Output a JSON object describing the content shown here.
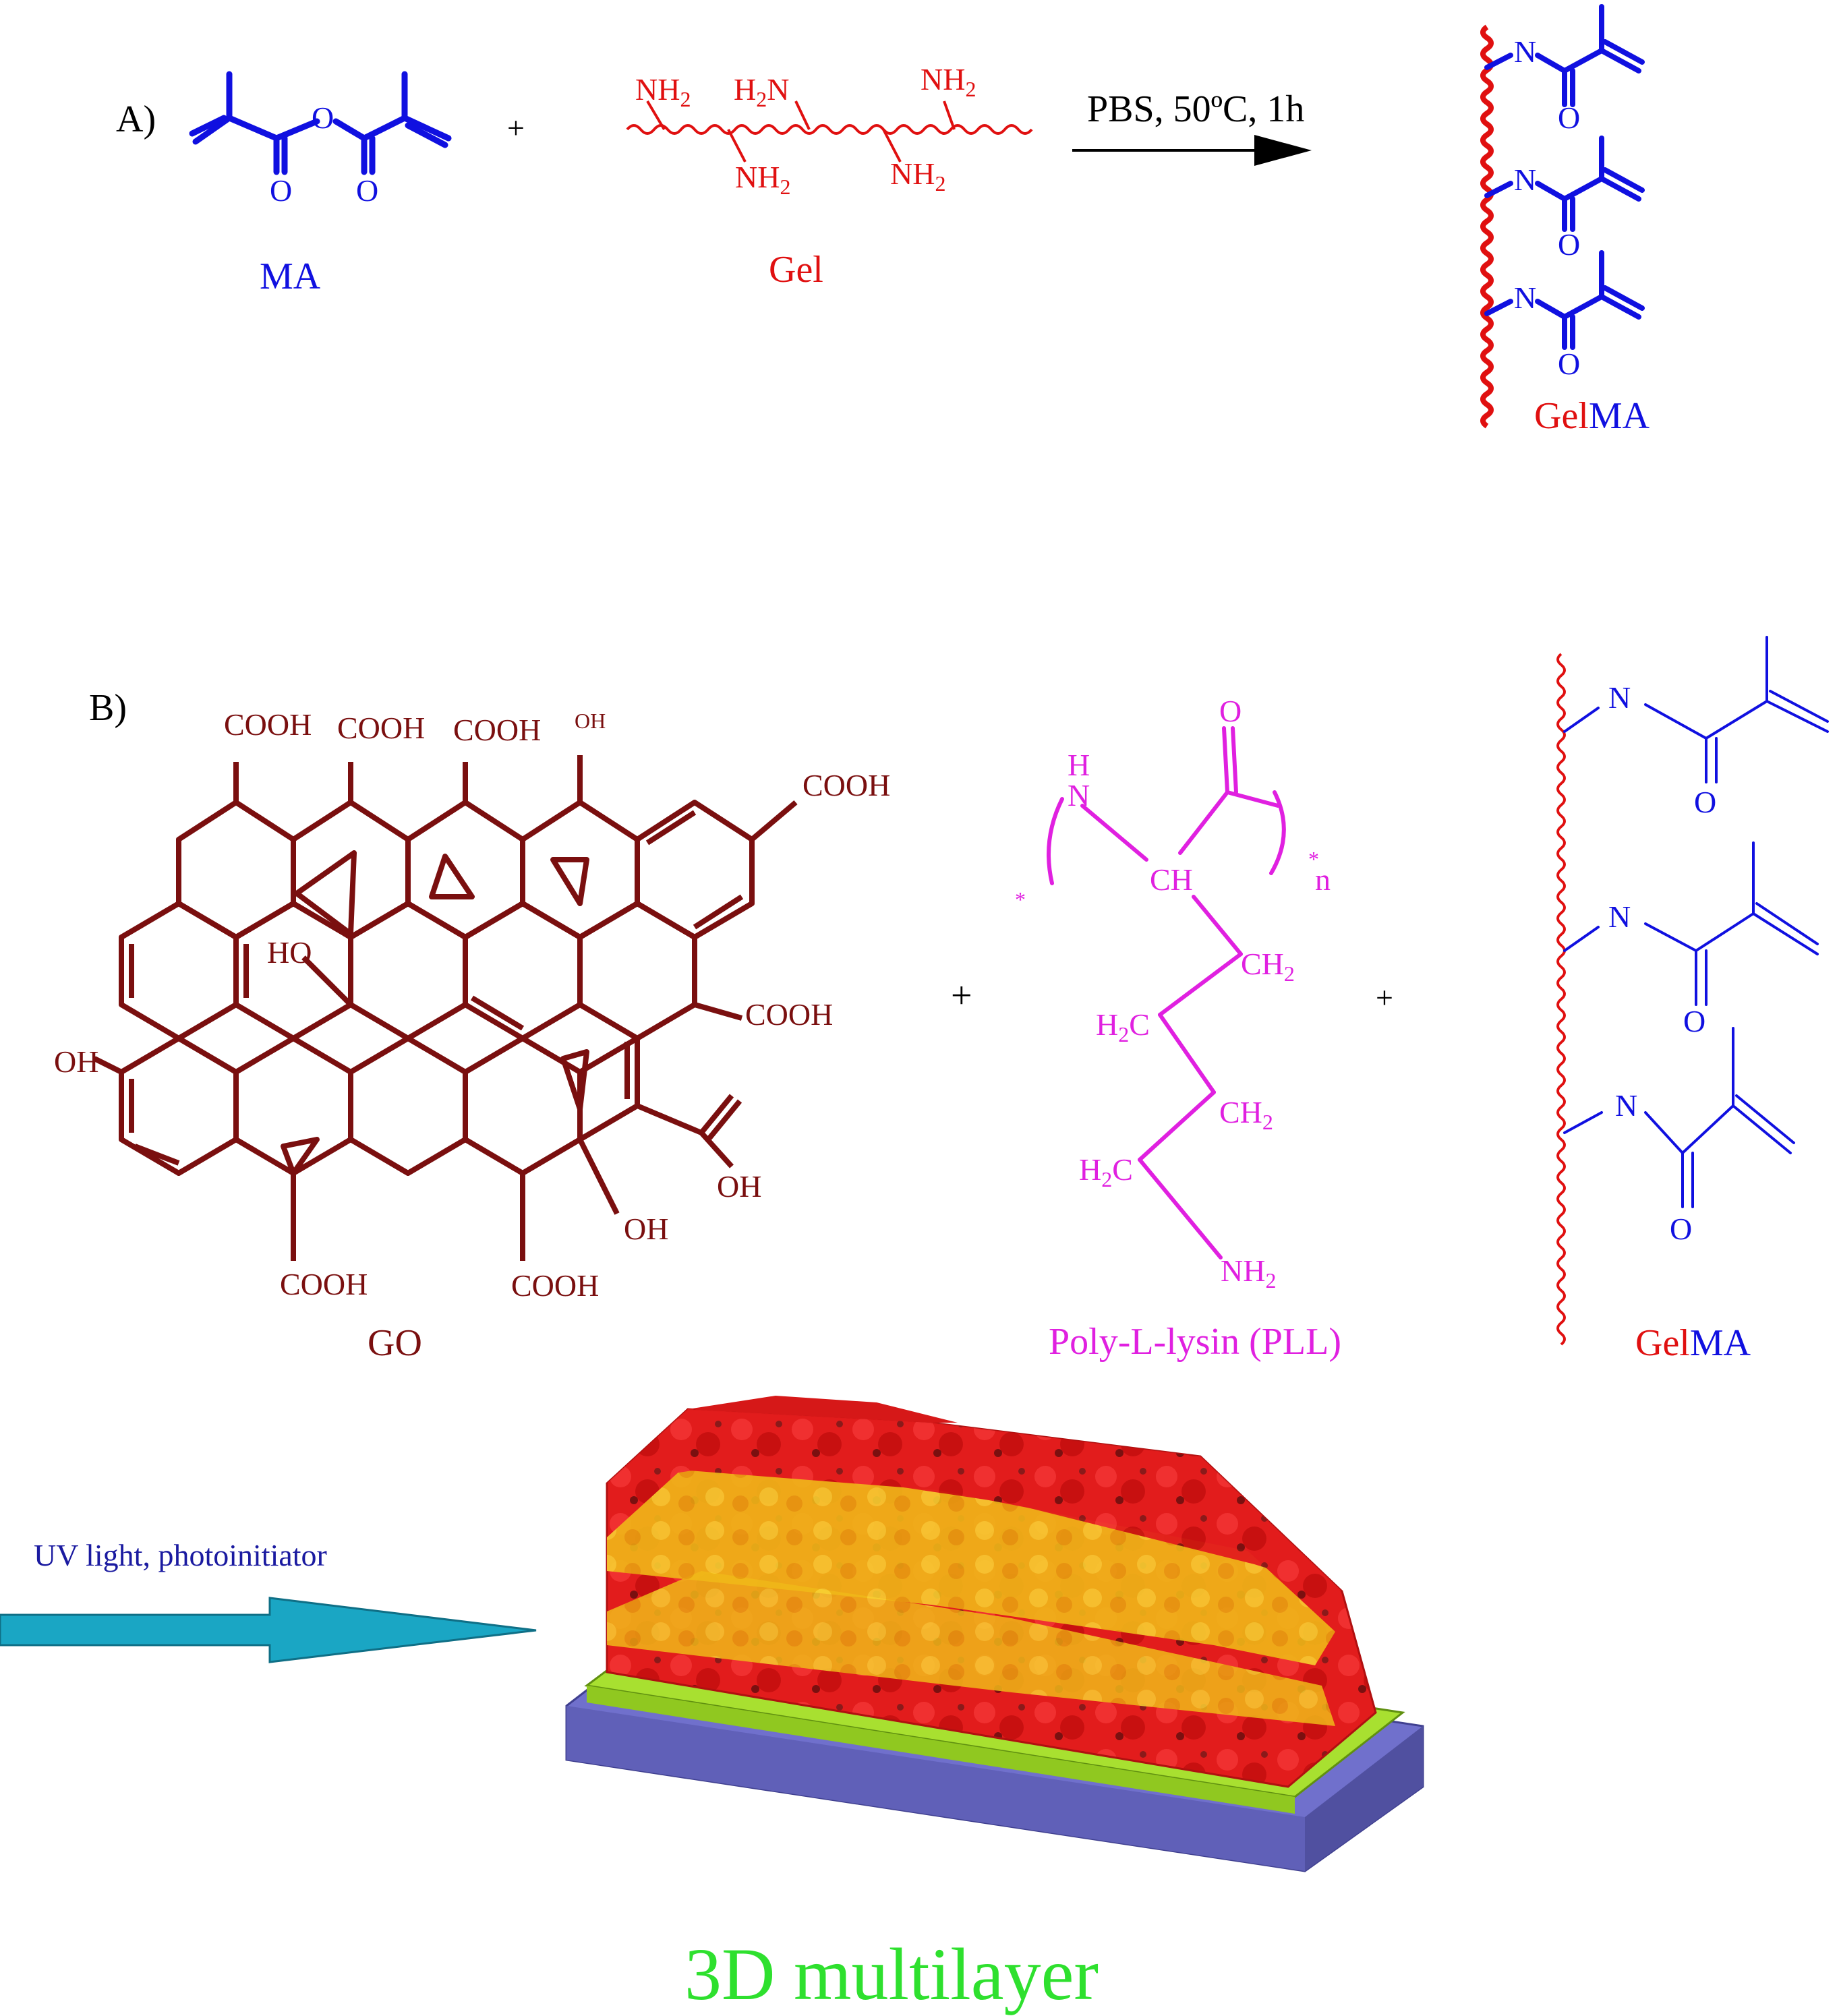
{
  "colors": {
    "ma_blue": "#1010e0",
    "gel_red": "#e01010",
    "go_brown": "#7a0f0f",
    "pll_magenta": "#e020e0",
    "uv_text_blue": "#1a1aa0",
    "uv_arrow": "#1aa6c4",
    "multilayer_green": "#2ee02e"
  },
  "panel_a": {
    "label": "A)",
    "ma_name": "MA",
    "plus": "+",
    "gel_name": "Gel",
    "condition": "PBS, 50ºC, 1h",
    "product_gel": "Gel",
    "product_ma": "MA",
    "amine_groups": [
      "NH2",
      "H2N",
      "NH2",
      "NH2",
      "NH2"
    ],
    "atom_o": "O",
    "atom_n": "N"
  },
  "panel_b": {
    "label": "B)",
    "go_name": "GO",
    "go_groups": [
      "COOH",
      "COOH",
      "COOH",
      "OH",
      "COOH",
      "HO",
      "COOH",
      "OH",
      "COOH",
      "COOH",
      "OH",
      "OH"
    ],
    "plus": "+",
    "pll_name": "Poly-L-lysin (PLL)",
    "pll_atoms": [
      "H",
      "N",
      "O",
      "CH",
      "n",
      "CH2",
      "H2C",
      "CH2",
      "H2C",
      "NH2"
    ],
    "gelma_gel": "Gel",
    "gelma_ma": "MA"
  },
  "uv_step": {
    "label": "UV light, photoinitiator",
    "icons": [
      "arrow-right-icon",
      "3d-multilayer-illustration"
    ]
  },
  "result": {
    "label": "3D multilayer"
  }
}
